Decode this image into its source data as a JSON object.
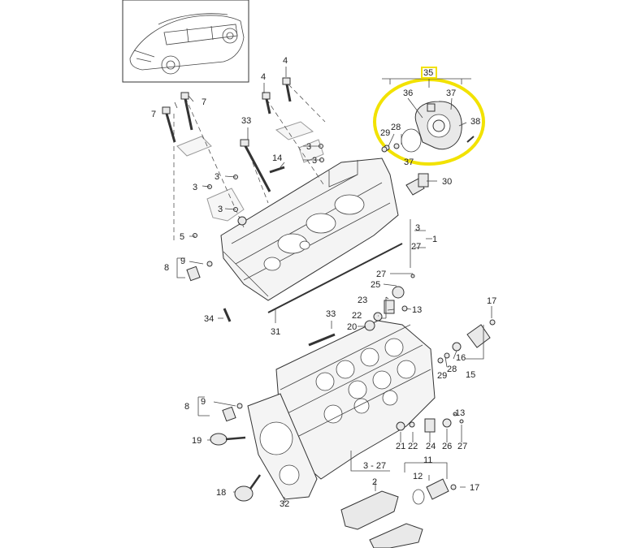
{
  "highlight_color": "#f2e200",
  "callouts": {
    "c35": "35",
    "c36": "36",
    "c37a": "37",
    "c38": "38",
    "c28a": "28",
    "c29a": "29",
    "c37b": "37",
    "c30": "30",
    "c4a": "4",
    "c4b": "4",
    "c7a": "7",
    "c7b": "7",
    "c33a": "33",
    "c3a": "3",
    "c3b": "3",
    "c3c": "3",
    "c3d": "3",
    "c3e": "3",
    "c14": "14",
    "c5": "5",
    "c9a": "9",
    "c8a": "8",
    "c3f": "3",
    "c27a": "27",
    "c1": "1",
    "c27b": "27",
    "c25": "25",
    "c23": "23",
    "c22a": "22",
    "c13a": "13",
    "c20": "20",
    "c34": "34",
    "c31": "31",
    "c33b": "33",
    "c17a": "17",
    "c16": "16",
    "c28b": "28",
    "c29b": "29",
    "c15": "15",
    "c9b": "9",
    "c8b": "8",
    "c13b": "13",
    "c19": "19",
    "c21": "21",
    "c22b": "22",
    "c24": "24",
    "c26": "26",
    "c27c": "27",
    "c3_27": "3 - 27",
    "c11": "11",
    "c12": "12",
    "c17b": "17",
    "c2": "2",
    "c18": "18",
    "c32": "32"
  }
}
